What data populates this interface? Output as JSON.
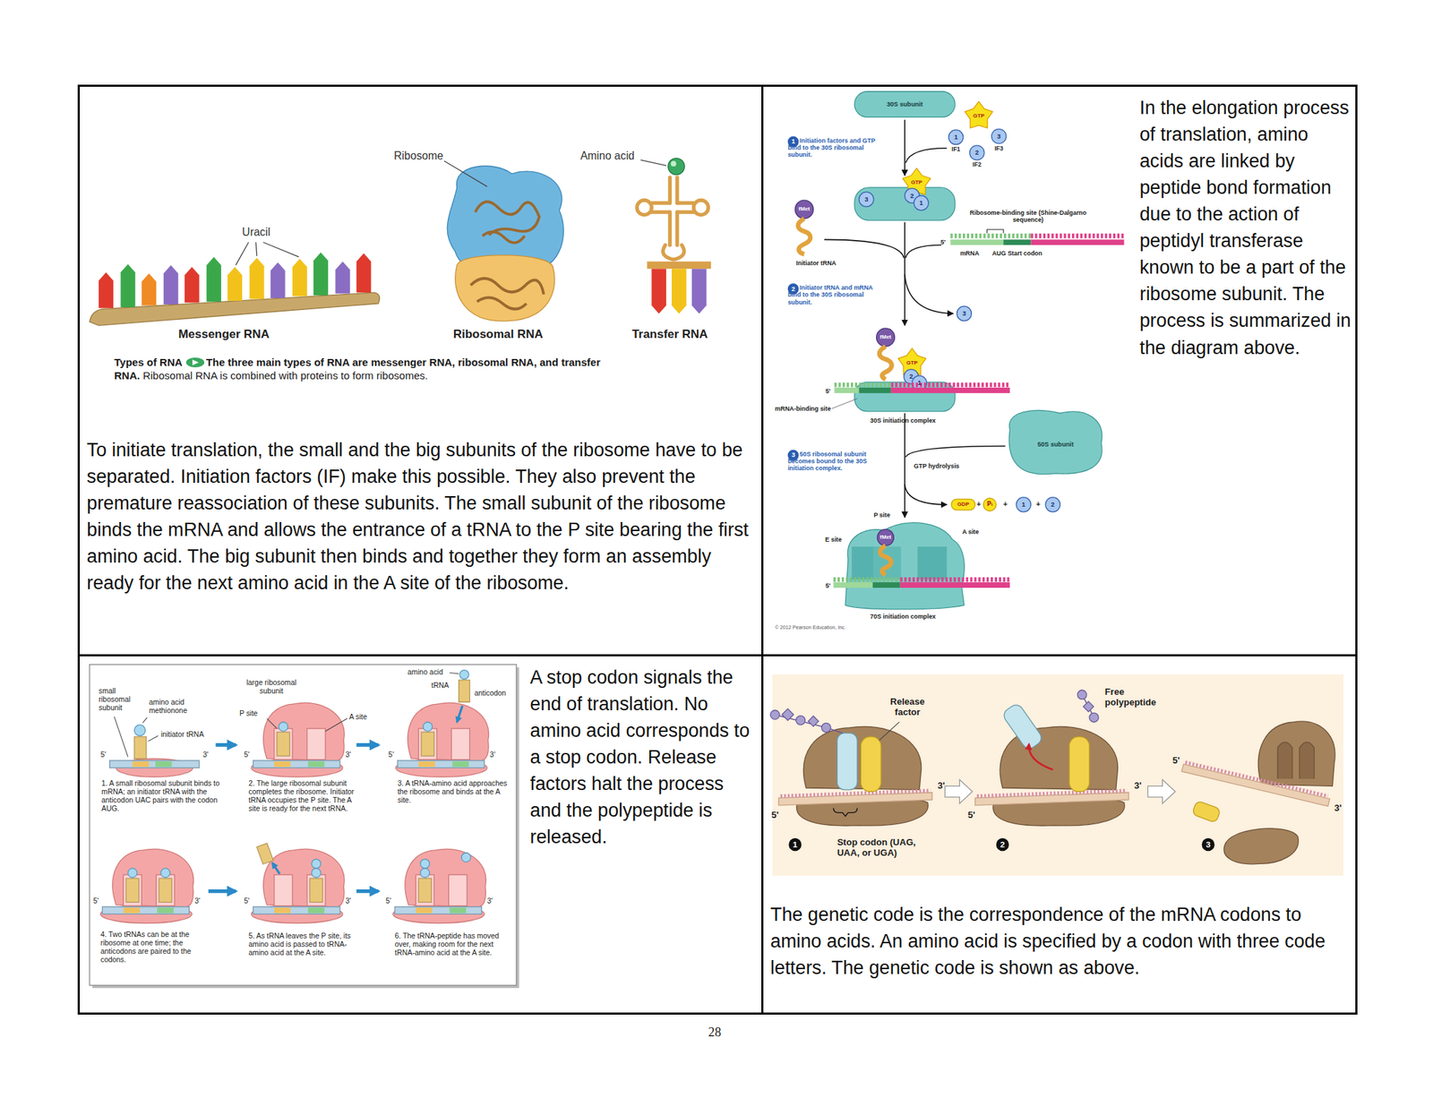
{
  "diagram": {
    "nodes": [
      {
        "text": [
          "To initiate translation, the small and the big subunits of the ribosome have to be separated. Initiation factors (IF) make this possible. They also prevent the premature reassociation of these subunits. The small subunit of the ribosome binds the mRNA and allows the entrance of a tRNA to the P site bearing the first amino acid. The big subunit then binds and together they form an assembly ready for the next amino acid in the A site of the ribosome."
        ]
      },
      {
        "text": [
          "In the elongation process of translation, amino acids are linked by peptide bond formation due to the action of peptidyl transferase known to be a part of the ribosome subunit. The process is summarized in the diagram above."
        ]
      },
      {
        "text": [
          "A stop codon signals the end of translation. No amino acid corresponds to a stop codon. Release factors halt the process and the polypeptide is released."
        ]
      },
      {
        "text": [
          "The genetic code is the correspondence of the mRNA codons to amino acids. An amino acid is specified by a codon with three code letters. The genetic code is shown as above."
        ]
      }
    ],
    "labels": [
      "Ribosome",
      "Amino acid",
      "Uracil",
      "Messenger RNA",
      "Ribosomal RNA",
      "Transfer RNA",
      "Types of RNA",
      "The three main types of RNA are messenger RNA, ribosomal RNA, and transfer RNA.",
      "Ribosomal RNA is combined with proteins to form ribosomes.",
      "30S subunit",
      "GTP",
      "1",
      "2",
      "3",
      "IF1",
      "IF2",
      "IF3",
      "1",
      "Initiation factors and GTP bind to the 30S ribosomal subunit.",
      "GTP",
      "2",
      "1",
      "3",
      "fMet",
      "Ribosome-binding site (Shine-Dalgarno sequence)",
      "5'",
      "mRNA",
      "AUG Start codon",
      "Initiator tRNA",
      "2",
      "Initiator tRNA and mRNA bind to the 30S ribosomal subunit.",
      "3",
      "fMet",
      "GTP",
      "2",
      "1",
      "5'",
      "mRNA-binding site",
      "30S initiation complex",
      "50S subunit",
      "3",
      "50S ribosomal subunit becomes bound to the 30S initiation complex.",
      "GTP hydrolysis",
      "GDP",
      "+",
      "Pᵢ",
      "+",
      "1",
      "+",
      "2",
      "P site",
      "E site",
      "fMet",
      "A site",
      "5'",
      "70S initiation complex",
      "© 2012 Pearson Education, Inc.",
      "small ribosomal subunit",
      "amino acid methionone",
      "initiator tRNA",
      "5'",
      "3'",
      "1. A small ribosomal subunit binds to mRNA; an initiator tRNA with the anticodon UAC pairs with the codon AUG.",
      "large ribosomal subunit",
      "P site",
      "A site",
      "5'",
      "3'",
      "2. The large ribosomal subunit completes the ribosome. Initiator tRNA occupies the P site. The A site is ready for the next tRNA.",
      "amino acid",
      "tRNA",
      "anticodon",
      "5'",
      "3'",
      "3. A tRNA-amino acid approaches the ribosome and binds at the A site.",
      "5'",
      "3'",
      "4. Two tRNAs can be at the ribosome at one time; the anticodons are paired to the codons.",
      "5'",
      "3'",
      "5. As tRNA leaves the P site, its amino acid is passed to tRNA-amino acid at the A site.",
      "5'",
      "3'",
      "6. The tRNA-peptide has moved over, making room for the next tRNA-amino acid at the A site.",
      "Release factor",
      "Free polypeptide",
      "3'",
      "5'",
      "1",
      "Stop codon (UAG, UAA, or UGA)",
      "5'",
      "3'",
      "2",
      "5'",
      "3'",
      "3",
      "28"
    ]
  }
}
